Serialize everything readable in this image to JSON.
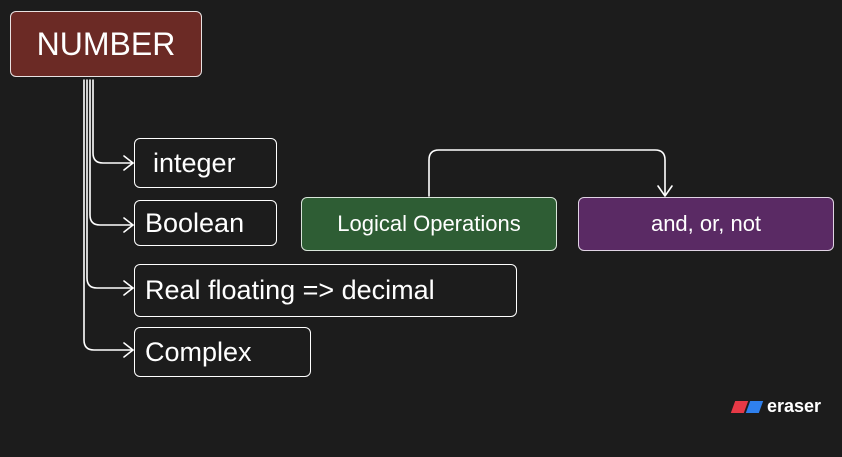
{
  "diagram": {
    "root": {
      "label": "NUMBER"
    },
    "children": [
      {
        "id": "integer",
        "label": "integer"
      },
      {
        "id": "boolean",
        "label": "Boolean"
      },
      {
        "id": "real",
        "label": "Real  floating => decimal"
      },
      {
        "id": "complex",
        "label": "Complex"
      }
    ],
    "logic": {
      "label": "Logical Operations"
    },
    "ops": {
      "label": "and, or, not"
    },
    "colors": {
      "background": "#1c1c1c",
      "root_fill": "#6b2a25",
      "logic_fill": "#2e5d34",
      "ops_fill": "#5a2a64",
      "stroke": "#ffffff"
    }
  },
  "branding": {
    "text": "eraser",
    "icon": "eraser-logo-icon",
    "colors": [
      "#e63946",
      "#2f80ed"
    ]
  }
}
